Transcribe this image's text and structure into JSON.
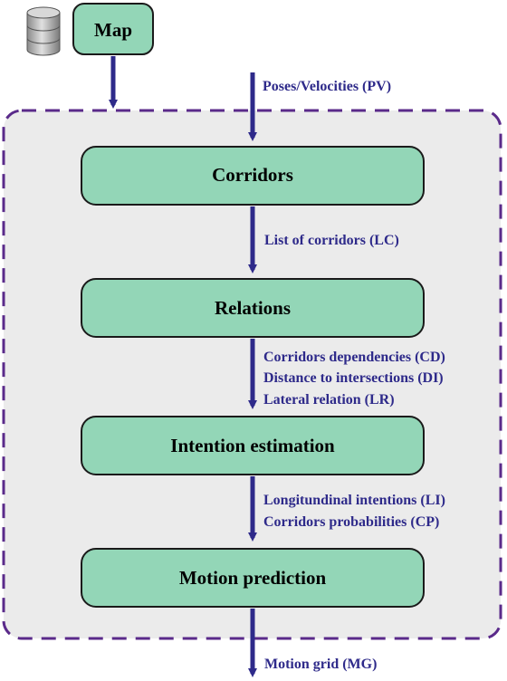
{
  "colors": {
    "box_fill": "#93d6b7",
    "box_stroke": "#1a1a1a",
    "arrow": "#2e2a8a",
    "label_text": "#2e2a8a",
    "container_fill": "#ebebeb",
    "container_border": "#5a2a8a"
  },
  "map": {
    "label": "Map",
    "icon": "database-icon"
  },
  "inputs": {
    "poses_velocities": "Poses/Velocities (PV)"
  },
  "stages": {
    "corridors": "Corridors",
    "relations": "Relations",
    "intention_estimation": "Intention estimation",
    "motion_prediction": "Motion prediction"
  },
  "edges": {
    "list_of_corridors": "List of corridors (LC)",
    "corridors_dependencies": "Corridors dependencies (CD)",
    "distance_to_intersections": "Distance to intersections (DI)",
    "lateral_relation": "Lateral relation (LR)",
    "longitudinal_intentions": "Longitundinal intentions (LI)",
    "corridors_probabilities": "Corridors probabilities (CP)"
  },
  "outputs": {
    "motion_grid": "Motion grid (MG)"
  }
}
